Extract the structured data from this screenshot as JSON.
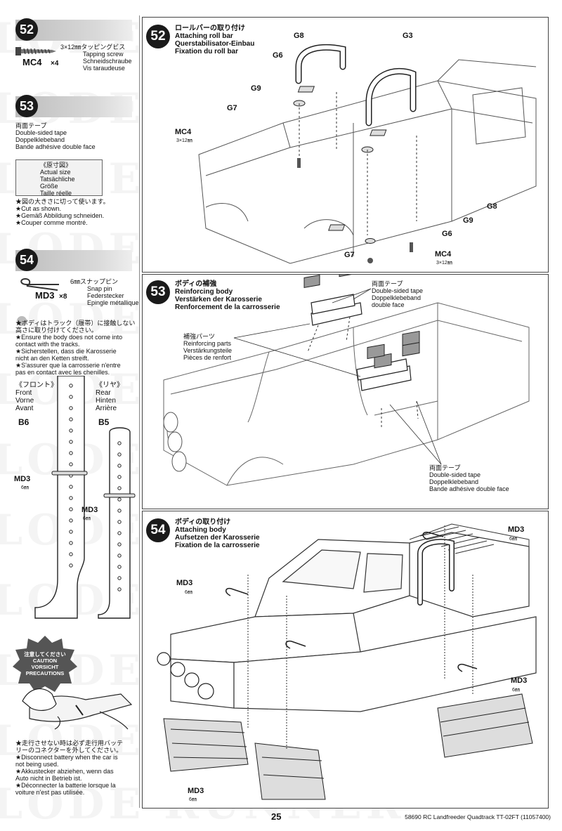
{
  "left": {
    "step52": {
      "num": "52",
      "part_label": "MC4",
      "part_count": "×4",
      "part_desc_jp": "3×12㎜タッピングビス",
      "part_desc": [
        "Tapping screw",
        "Schneidschraube",
        "Vis taraudeuse"
      ]
    },
    "step53": {
      "num": "53",
      "tape": [
        "両面テープ",
        "Double-sided tape",
        "Doppelklebeband",
        "Bande adhésive double face"
      ],
      "actual_size": [
        "《原寸図》",
        "Actual size",
        "Tatsächliche",
        "Größe",
        "Taille réelle"
      ],
      "cut": [
        "★図の大きさに切って使います。",
        "★Cut as shown.",
        "★Gemäß Abbildung schneiden.",
        "★Couper comme montré."
      ]
    },
    "step54": {
      "num": "54",
      "part_label": "MD3",
      "part_count": "×8",
      "part_desc_jp": "6㎜スナップピン",
      "part_desc": [
        "Snap pin",
        "Federstecker",
        "Epingle métallique"
      ],
      "note": [
        "★ボディはトラック（履帯）に接触しない",
        "高さに取り付けてください。",
        "★Ensure the body does not come into",
        "contact with the tracks.",
        "★Sicherstellen, dass die Karosserie",
        "nicht an den Ketten streift.",
        "★S'assurer que la carrosserie n'entre",
        "pas en contact avec les chenilles."
      ],
      "front": [
        "《フロント》",
        "Front",
        "Vorne",
        "Avant"
      ],
      "front_part": "B6",
      "rear": [
        "《リヤ》",
        "Rear",
        "Hinten",
        "Arrière"
      ],
      "rear_part": "B5",
      "md3": "MD3",
      "mm6": "6㎜"
    },
    "caution": {
      "badge": [
        "注意してください",
        "CAUTION",
        "VORSICHT",
        "PRECAUTIONS"
      ],
      "text": [
        "★走行させない時は必ず走行用バッテ",
        "リーのコネクターを外してください。",
        "★Disconnect battery when the car is",
        "not being used.",
        "★Akkustecker abziehen, wenn das",
        "Auto nicht in Betrieb ist.",
        "★Déconnecter la batterie lorsque la",
        "voiture n'est pas utilisée."
      ]
    }
  },
  "panel52": {
    "num": "52",
    "title": [
      "ロールバーの取り付け",
      "Attaching roll bar",
      "Querstabilisator-Einbau",
      "Fixation du roll bar"
    ],
    "labels": {
      "g8a": "G8",
      "g3": "G3",
      "g6a": "G6",
      "g9a": "G9",
      "g7a": "G7",
      "mc4": "MC4",
      "mc4size": "3×12㎜",
      "g8b": "G8",
      "g9b": "G9",
      "g6b": "G6",
      "g7b": "G7",
      "mc4b": "MC4",
      "mc4bsize": "3×12㎜"
    }
  },
  "panel53": {
    "num": "53",
    "title": [
      "ボディの補強",
      "Reinforcing body",
      "Verstärken der Karosserie",
      "Renforcement de la carrosserie"
    ],
    "tape_top": [
      "両面テープ",
      "Double-sided tape",
      "Doppelklebeband",
      "double face"
    ],
    "reinf": [
      "補強パーツ",
      "Reinforcing parts",
      "Verstärkungsteile",
      "Pièces de renfort"
    ],
    "tape_bottom": [
      "両面テープ",
      "Double-sided tape",
      "Doppelklebeband",
      "Bande adhésive double face"
    ]
  },
  "panel54": {
    "num": "54",
    "title": [
      "ボディの取り付け",
      "Attaching body",
      "Aufsetzen der Karosserie",
      "Fixation de la carrosserie"
    ],
    "md3": "MD3",
    "mm6": "6㎜"
  },
  "footer": {
    "page": "25",
    "title": "58690 RC Landfreeder Quadtrack TT-02FT (11057400)"
  },
  "watermark": "LODE RUNNER"
}
